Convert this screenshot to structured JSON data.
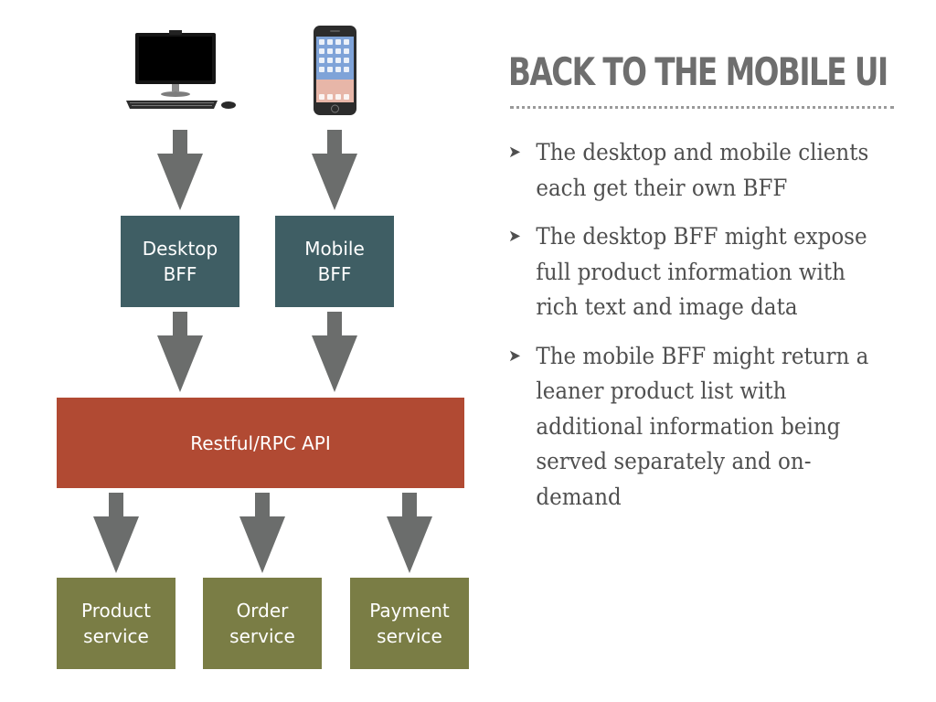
{
  "slide": {
    "title": "BACK TO THE MOBILE UI",
    "bullets": [
      "The desktop and mobile clients each get their own BFF",
      "The desktop BFF might expose full product information with rich text and image data",
      "The mobile BFF might return a leaner product list with additional information being served separately and on-demand"
    ]
  },
  "diagram": {
    "clients": [
      {
        "icon": "desktop-computer-icon"
      },
      {
        "icon": "smartphone-icon"
      }
    ],
    "bffs": [
      "Desktop\nBFF",
      "Mobile\nBFF"
    ],
    "api": "Restful/RPC API",
    "services": [
      "Product\nservice",
      "Order\nservice",
      "Payment\nservice"
    ],
    "colors": {
      "bff": "#3f5e64",
      "api": "#b14a33",
      "service": "#7a7d45",
      "arrow": "#6b6d6c",
      "title": "#6e6e6e"
    }
  }
}
